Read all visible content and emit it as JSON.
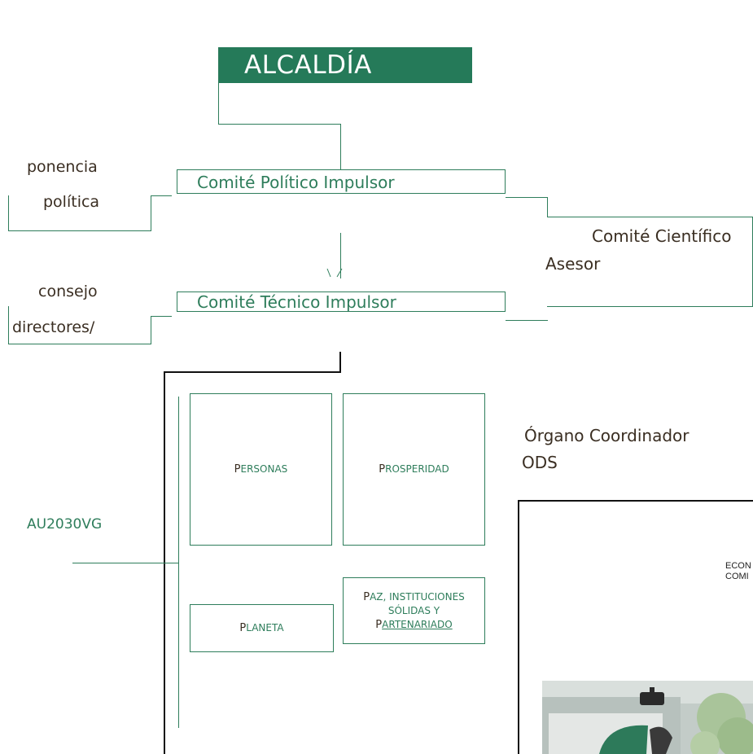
{
  "header": {
    "alcaldia": "ALCALDÍA"
  },
  "committees": {
    "politico": "Comité Político Impulsor",
    "tecnico": "Comité Técnico Impulsor",
    "cientifico_line1": "Comité  Científico",
    "cientifico_line2": "Asesor"
  },
  "side_labels": {
    "ponencia": "ponencia",
    "politica": "política",
    "consejo": "consejo",
    "directores": "directores/"
  },
  "au_label": "AU2030VG",
  "organo": {
    "line1": "Órgano  Coordinador",
    "line2": "ODS"
  },
  "pillars": [
    {
      "initial": "P",
      "rest": "ERSONAS"
    },
    {
      "initial": "P",
      "rest": "ROSPERIDAD"
    },
    {
      "initial": "P",
      "rest": "LANETA"
    },
    {
      "initial": "P",
      "line1": "AZ,  INSTITUCIONES",
      "line2": "SÓLIDAS Y",
      "initial2": "P",
      "line3": "ARTENARIADO"
    }
  ],
  "clipped_text": {
    "line1": "ECON",
    "line2": "COMI"
  },
  "colors": {
    "brand_green": "#257a59",
    "line_green": "#2e7d5b",
    "dark_text": "#3a2e22"
  }
}
